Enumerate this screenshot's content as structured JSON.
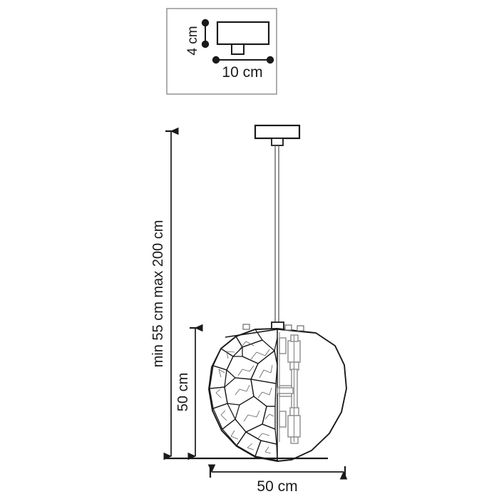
{
  "drawing": {
    "title": "Pendant lamp dimensional drawing",
    "background_color": "#ffffff",
    "line_color": "#1a1a1a",
    "secondary_line_color": "#8c8c8c",
    "frame_color": "#9a9a9a"
  },
  "detail_box": {
    "name": "ceiling-mount-detail",
    "height_label": "4 cm",
    "width_label": "10 cm"
  },
  "main_view": {
    "name": "pendant-lamp-elevation",
    "drop_label": "min 55 cm max 200 cm",
    "shade_height_label": "50 cm",
    "shade_width_label": "50 cm"
  }
}
